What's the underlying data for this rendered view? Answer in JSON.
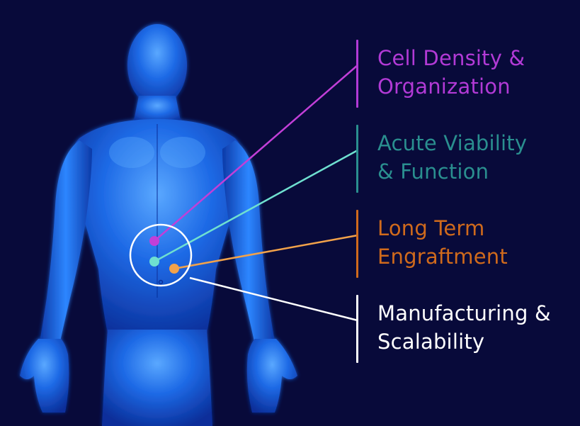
{
  "colors": {
    "background": "#080a3a",
    "body": "#1f6fe8"
  },
  "factors": [
    {
      "lines": [
        "Cell Density &",
        "Organization"
      ],
      "color": "#b23ad6",
      "dot_color": "#c23fd8"
    },
    {
      "lines": [
        "Acute Viability",
        "& Function"
      ],
      "color": "#2a8f8f",
      "dot_color": "#6fe0d0"
    },
    {
      "lines": [
        "Long Term",
        "Engraftment"
      ],
      "color": "#d06a1c",
      "dot_color": "#f2a24a"
    },
    {
      "lines": [
        "Manufacturing &",
        "Scalability"
      ],
      "color": "#ffffff",
      "dot_color": "#ffffff"
    }
  ]
}
